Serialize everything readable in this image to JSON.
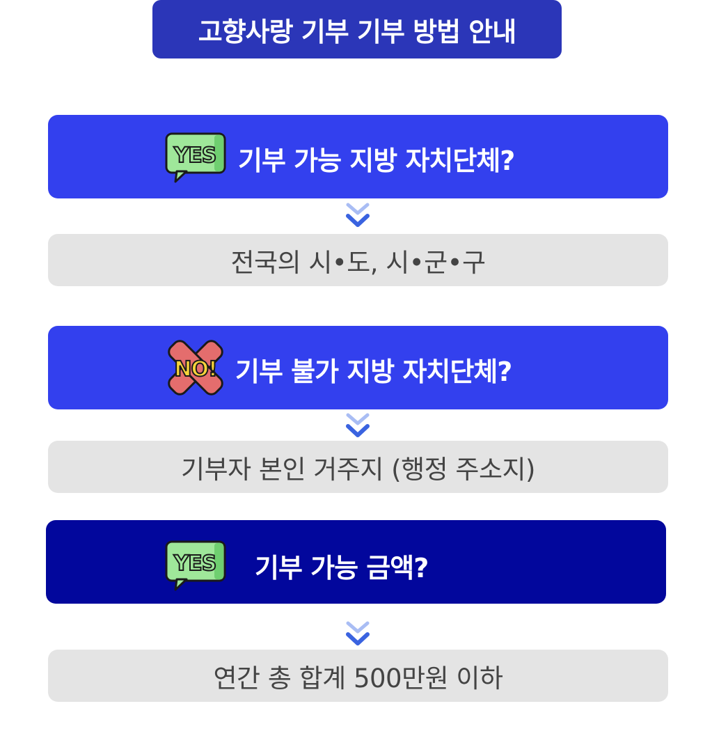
{
  "header": {
    "title": "고향사랑 기부 기부 방법 안내"
  },
  "sections": [
    {
      "question": "기부 가능 지방 자치단체?",
      "icon": "yes-speech-bubble-icon",
      "answer": "전국의 시•도, 시•군•구"
    },
    {
      "question": "기부 불가 지방 자치단체?",
      "icon": "no-cross-icon",
      "answer": "기부자 본인 거주지 (행정 주소지)"
    },
    {
      "question": "기부 가능 금액?",
      "icon": "yes-speech-bubble-icon",
      "answer": "연간 총 합계 500만원 이하"
    }
  ],
  "icons": {
    "yes_text": "YES",
    "no_text": "NO!"
  },
  "colors": {
    "title_bg": "#2b36b8",
    "question_blue": "#3340ee",
    "question_navy": "#02079c",
    "answer_bg": "#e4e4e4",
    "answer_text": "#444444",
    "yes_bubble": "#9fe79a",
    "no_cross": "#e46d6d",
    "no_text": "#f7d43a",
    "chevron_dark": "#3a63e0",
    "chevron_light": "#a9bdf4"
  }
}
